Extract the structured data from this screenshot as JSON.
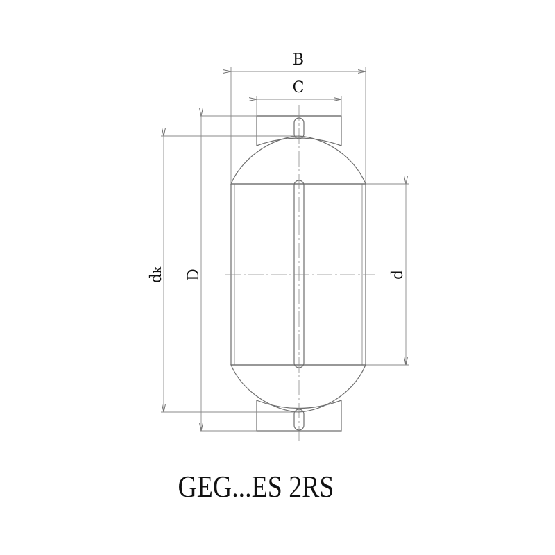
{
  "drawing": {
    "dimensions": {
      "B": "B",
      "C": "C",
      "dk_main": "d",
      "dk_sub": "k",
      "D": "D",
      "d": "d"
    }
  },
  "caption": "GEG...ES 2RS"
}
